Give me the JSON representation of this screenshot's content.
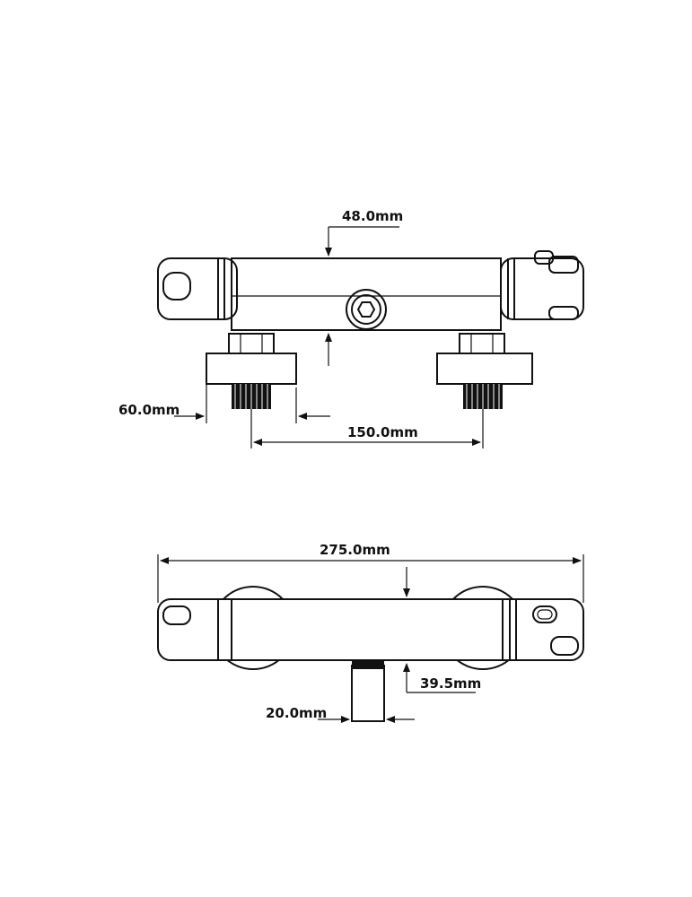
{
  "dimensions": {
    "top_height": "48.0mm",
    "top_body_depth": "60.0mm",
    "top_centers": "150.0mm",
    "bottom_length": "275.0mm",
    "bottom_outlet_projection": "39.5mm",
    "bottom_outlet_diameter": "20.0mm"
  },
  "colors": {
    "line": "#111111",
    "background": "#ffffff",
    "thread_fill": "#111111"
  }
}
